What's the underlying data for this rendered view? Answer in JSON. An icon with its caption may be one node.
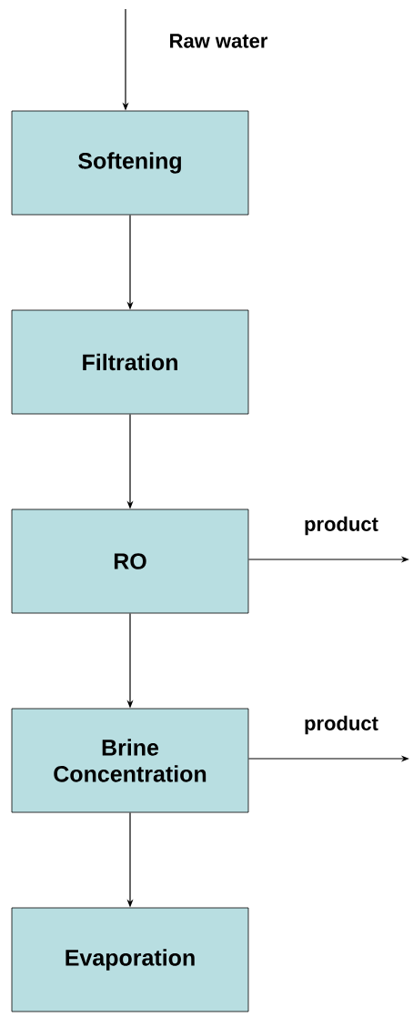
{
  "diagram": {
    "nodes": [
      {
        "text": [
          "Softening"
        ]
      },
      {
        "text": [
          "Filtration"
        ]
      },
      {
        "text": [
          "RO"
        ]
      },
      {
        "text": [
          "Brine Concentration"
        ]
      },
      {
        "text": [
          "Evaporation"
        ]
      }
    ],
    "edges": [
      {
        "from": null,
        "to": 0,
        "arrow": "to",
        "label": "Raw water"
      },
      {
        "from": 0,
        "to": 1,
        "arrow": "to"
      },
      {
        "from": 1,
        "to": 2,
        "arrow": "to"
      },
      {
        "from": 2,
        "to": null,
        "arrow": "to",
        "label": "product"
      },
      {
        "from": 2,
        "to": 3,
        "arrow": "to"
      },
      {
        "from": 3,
        "to": null,
        "arrow": "to",
        "label": "product"
      },
      {
        "from": 3,
        "to": 4,
        "arrow": "to"
      }
    ]
  }
}
